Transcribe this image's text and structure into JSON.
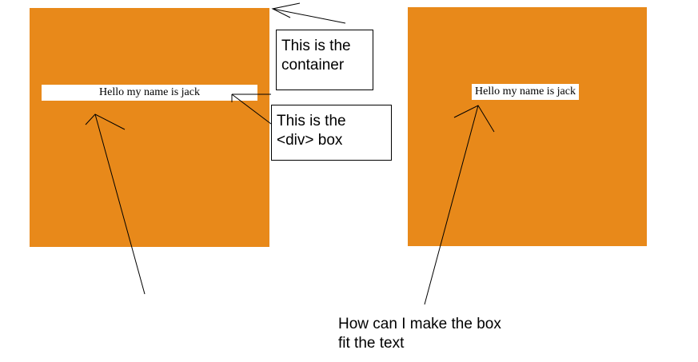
{
  "left_example": {
    "text": "Hello my name is jack"
  },
  "right_example": {
    "text": "Hello my name is jack"
  },
  "callouts": {
    "container": [
      "This is the",
      "container"
    ],
    "div_box": [
      "This is the",
      "<div> box"
    ]
  },
  "question": [
    "How can I make the box",
    "fit the text"
  ],
  "colors": {
    "container_fill": "#e8891a",
    "box_fill": "#ffffff"
  }
}
